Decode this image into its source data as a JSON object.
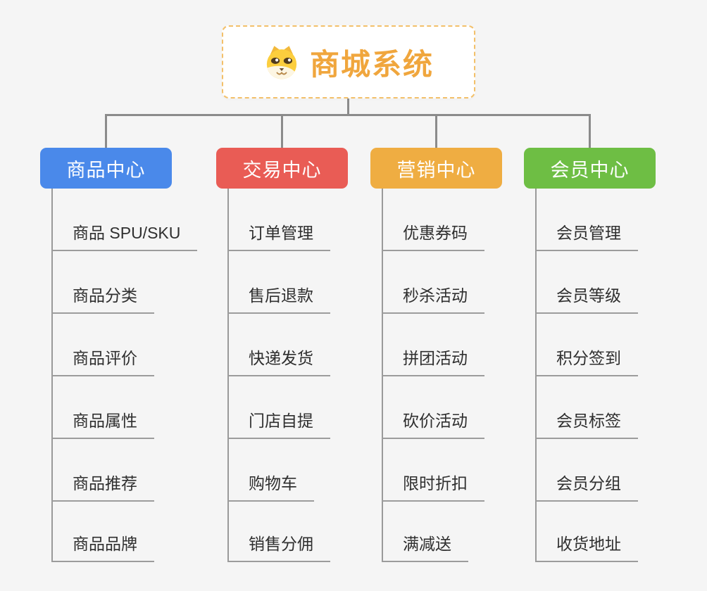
{
  "root": {
    "title": "商城系统",
    "icon": "dog-face-icon"
  },
  "branches": [
    {
      "label": "商品中心",
      "color": "#4a89ea",
      "items": [
        "商品 SPU/SKU",
        "商品分类",
        "商品评价",
        "商品属性",
        "商品推荐",
        "商品品牌"
      ]
    },
    {
      "label": "交易中心",
      "color": "#e95c55",
      "items": [
        "订单管理",
        "售后退款",
        "快递发货",
        "门店自提",
        "购物车",
        "销售分佣"
      ]
    },
    {
      "label": "营销中心",
      "color": "#efad42",
      "items": [
        "优惠券码",
        "秒杀活动",
        "拼团活动",
        "砍价活动",
        "限时折扣",
        "满减送"
      ]
    },
    {
      "label": "会员中心",
      "color": "#6ebe44",
      "items": [
        "会员管理",
        "会员等级",
        "积分签到",
        "会员标签",
        "会员分组",
        "收货地址"
      ]
    }
  ],
  "colors": {
    "background": "#f5f5f5",
    "root_text": "#f0a63d",
    "root_border": "#f3c06a",
    "connector": "#8b8b8b",
    "leaf_text": "#2f2f2f",
    "leaf_underline": "#9c9c9c"
  }
}
